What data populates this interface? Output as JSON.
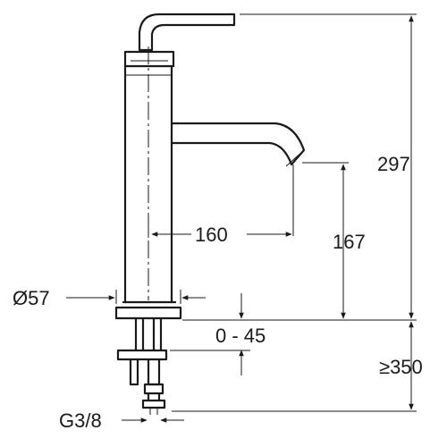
{
  "dimensions": {
    "height_total": "297",
    "reach": "160",
    "spout_height": "167",
    "base_diameter": "Ø57",
    "deck_thickness": "0 - 45",
    "hose_length": "≥350",
    "thread": "G3/8"
  }
}
